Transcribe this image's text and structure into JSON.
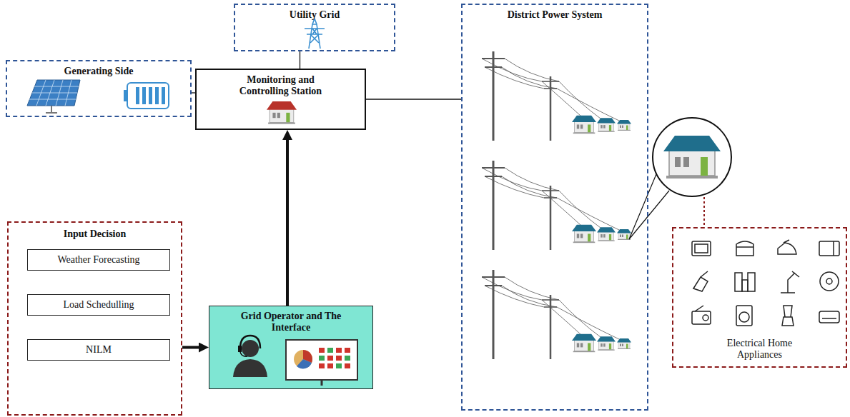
{
  "diagram": {
    "nodes": [
      {
        "text": [
          "Utility Grid"
        ]
      },
      {
        "text": [
          "Generating Side"
        ]
      },
      {
        "text": [
          "Monitoring and Controlling Station"
        ]
      },
      {
        "text": [
          "District Power System"
        ]
      },
      {
        "text": [
          "Input Decision"
        ]
      },
      {
        "text": [
          "Weather Forecasting"
        ],
        "in": 4
      },
      {
        "text": [
          "Load Schedulling"
        ],
        "in": 4
      },
      {
        "text": [
          "NILM"
        ],
        "in": 4
      },
      {
        "text": [
          "Grid Operator and The Interface"
        ]
      },
      {
        "text": [
          "Electrical Home Appliances"
        ]
      }
    ],
    "edges": [
      {
        "from": 0,
        "to": 2,
        "arrow": "none"
      },
      {
        "from": 1,
        "to": 2,
        "arrow": "none"
      },
      {
        "from": 2,
        "to": 3,
        "arrow": "none"
      },
      {
        "from": 4,
        "to": 8,
        "arrow": "to"
      },
      {
        "from": 8,
        "to": 2,
        "arrow": "to"
      }
    ]
  }
}
